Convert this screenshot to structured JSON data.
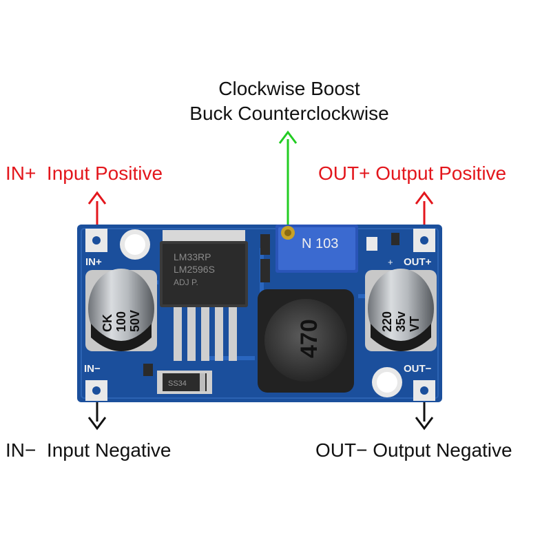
{
  "potentiometer_caption": {
    "line1": "Clockwise Boost",
    "line2": "Buck Counterclockwise"
  },
  "labels": {
    "in_pos_short": "IN+",
    "in_pos_long": "Input Positive",
    "out_pos_short": "OUT+",
    "out_pos_long": "Output Positive",
    "in_neg_short": "IN−",
    "in_neg_long": "Input Negative",
    "out_neg_short": "OUT−",
    "out_neg_long": "Output Negative"
  },
  "silkscreen": {
    "in_plus": "IN+",
    "in_minus": "IN−",
    "out_plus": "OUT+",
    "out_minus": "OUT−",
    "plus_mark": "+",
    "diode": "SS34",
    "pot_marking": "N 103"
  },
  "capacitors": {
    "input": {
      "line1": "CK",
      "line2": "100",
      "line3": "50V"
    },
    "output": {
      "line1": "220",
      "line2": "35v",
      "line3": "VT"
    }
  },
  "regulator": {
    "line1": "LM33RP",
    "line2": "LM2596S",
    "line3": "ADJ    P."
  },
  "inductor": {
    "marking": "470"
  },
  "colors": {
    "positive": "#e3161c",
    "negative": "#111111",
    "pot_arrow": "#22cc22",
    "pcb": "#1b4f9c"
  }
}
